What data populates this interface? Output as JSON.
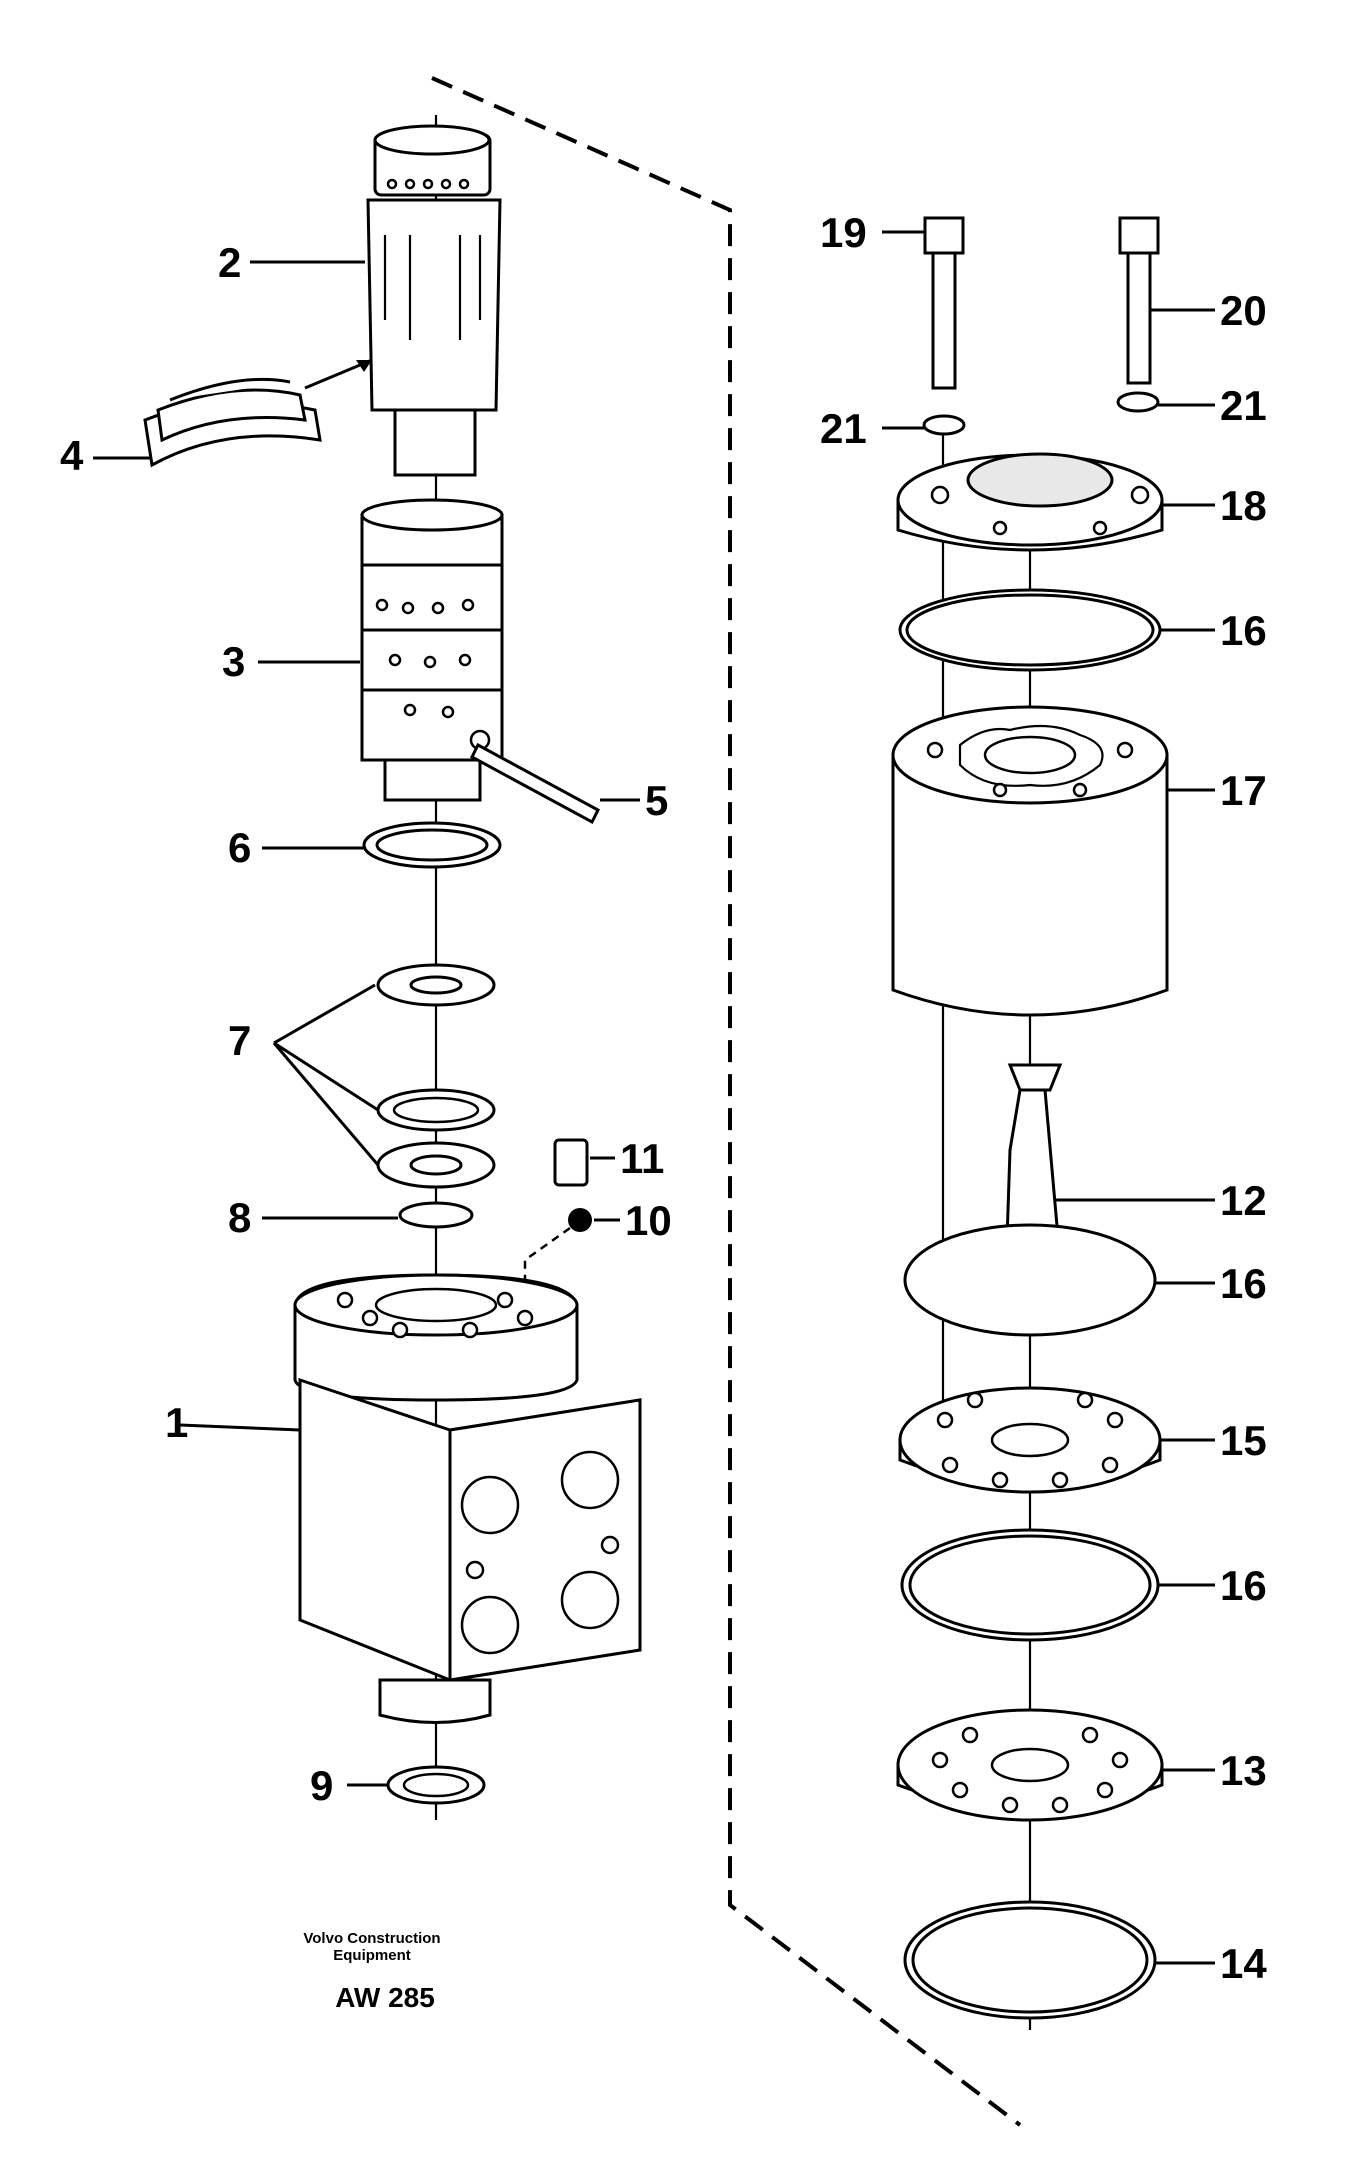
{
  "callouts": [
    "1",
    "2",
    "3",
    "4",
    "5",
    "6",
    "7",
    "8",
    "9",
    "10",
    "11",
    "12",
    "13",
    "14",
    "15",
    "16",
    "16",
    "16",
    "16",
    "17",
    "18",
    "19",
    "20",
    "21",
    "21"
  ],
  "caption": {
    "company_line1": "Volvo Construction",
    "company_line2": "Equipment",
    "code": "AW 285"
  }
}
